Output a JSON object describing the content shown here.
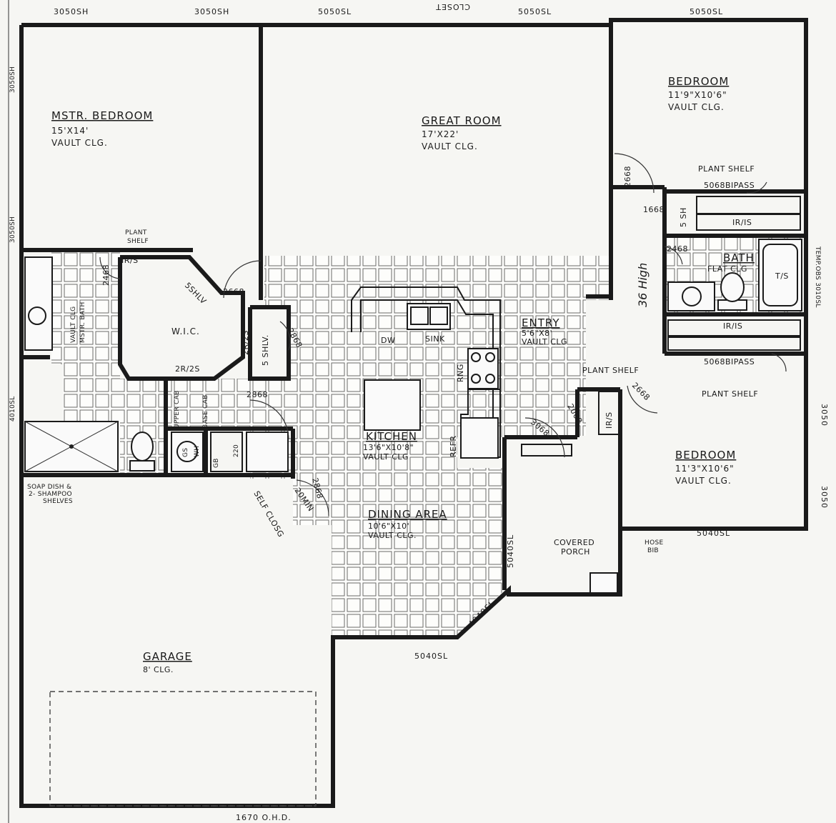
{
  "rooms": {
    "master_bedroom": {
      "name": "MSTR. BEDROOM",
      "size": "15'X14'",
      "ceiling": "VAULT CLG."
    },
    "great_room": {
      "name": "GREAT ROOM",
      "size": "17'X22'",
      "ceiling": "VAULT CLG."
    },
    "bedroom_1": {
      "name": "BEDROOM",
      "size": "11'9\"X10'6\"",
      "ceiling": "VAULT CLG."
    },
    "bedroom_2": {
      "name": "BEDROOM",
      "size": "11'3\"X10'6\"",
      "ceiling": "VAULT CLG."
    },
    "bath": {
      "name": "BATH",
      "ceiling": "FLAT CLG"
    },
    "entry": {
      "name": "ENTRY",
      "size": "5'6\"X8'",
      "ceiling": "VAULT CLG"
    },
    "kitchen": {
      "name": "KITCHEN",
      "size": "13'6\"X10'8\"",
      "ceiling": "VAULT CLG"
    },
    "dining": {
      "name": "DINING AREA",
      "size": "10'6\"X10'",
      "ceiling": "VAULT CLG."
    },
    "garage": {
      "name": "GARAGE",
      "ceiling": "8' CLG."
    },
    "wic": {
      "name": "W.I.C."
    },
    "covered_porch": {
      "line1": "COVERED",
      "line2": "PORCH"
    },
    "master_bath": {
      "line1": "VAULT CLG",
      "line2": "MSTR. BATH"
    }
  },
  "windows": {
    "w1": "3050SH",
    "w2": "3050SH",
    "w3": "5050SL",
    "w4": "5050SL",
    "w5": "5050SL",
    "w_left_top": "3050SH",
    "w_left_mid": "3050SH",
    "w_left_low": "4010SL",
    "w_garage": "1670 O.H.D.",
    "w_dining_bottom": "5040SL",
    "w_dining_diag": "4040SL",
    "w_porch": "5040SL",
    "w_bed2_bottom": "5040SL",
    "w_right_a": "3050",
    "w_right_b": "3050",
    "w_bath": "TEMP.OBS 3010SL",
    "closet_top": "CLOSET"
  },
  "doors": {
    "d_mstr": "2668",
    "d_mbath": "2468",
    "d_wic": "2868",
    "d_hall": "2868",
    "d_bed1": "2668",
    "d_linen": "1668",
    "d_bath": "2468",
    "d_bed2": "2668",
    "d_entry": "3068",
    "d_closet2": "2068",
    "d_garage": "2868",
    "d_garage_rating": "20MIN"
  },
  "labels": {
    "plant_shelf": "PLANT SHELF",
    "plant_shelf_split": [
      "PLANT",
      "SHELF"
    ],
    "ir_s": "IR/S",
    "ir_is": "IR/IS",
    "shelves_5": "5 SHLV.",
    "shelves_5b": "5SHLV",
    "two_r_two_s": "2R/2S",
    "upper_cab": "UPPER CAB",
    "base_cab": "BASE CAB",
    "bypass_1": "5068BIPASS",
    "bypass_2": "5068BIPASS",
    "five_sh": "5 SH",
    "dw": "DW",
    "sink": "SINK",
    "rng": "RNG",
    "refr": "REFR",
    "ts": "T/S",
    "hose": "HOSE",
    "bib": "BIB",
    "soap1": "SOAP DISH &",
    "soap2": "2- SHAMPOO",
    "soap3": "SHELVES",
    "wh": "WH",
    "gas_a": "GS",
    "gas_b": "GB",
    "volt": "220",
    "self_close": "SELF CLOSG",
    "height_note": "36 High"
  }
}
